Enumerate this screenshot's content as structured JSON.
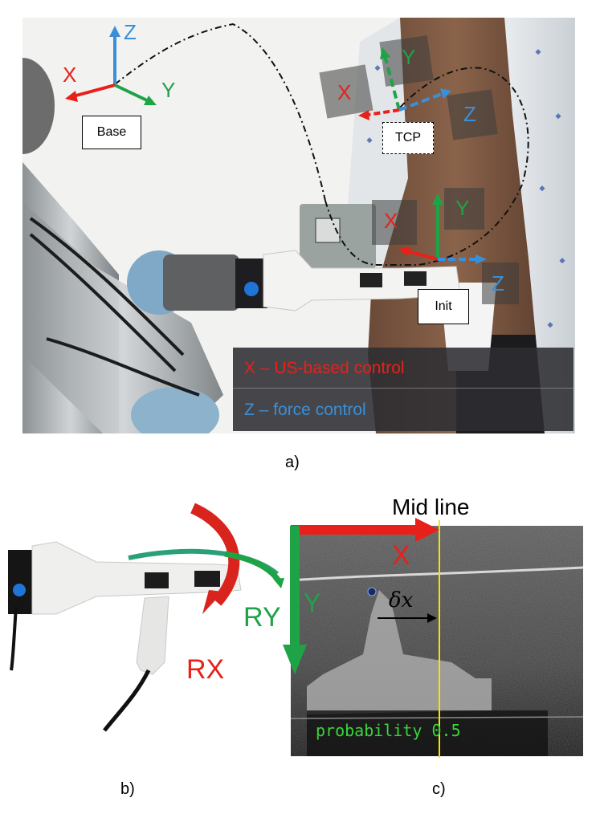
{
  "panel_a": {
    "caption": "a)",
    "base_frame": {
      "x": "X",
      "y": "Y",
      "z": "Z"
    },
    "base_label": "Base",
    "tcp_frame": {
      "x": "X",
      "y": "Y",
      "z": "Z"
    },
    "tcp_label": "TCP",
    "init_frame": {
      "x": "X",
      "y": "Y",
      "z": "Z"
    },
    "init_label": "Init",
    "legend": {
      "x_line": "X – US-based control",
      "z_line": "Z – force control"
    }
  },
  "panel_b": {
    "caption": "b)",
    "rx": "RX",
    "ry": "RY"
  },
  "panel_c": {
    "caption": "c)",
    "midline": "Mid line",
    "x": "X",
    "y": "Y",
    "dx": "δx",
    "probability": "probability 0.5"
  },
  "colors": {
    "x_axis": "#e8201a",
    "y_axis": "#1fa347",
    "z_axis": "#3a8fd8",
    "midline": "#f5e400",
    "probability_text": "#3bd43b"
  }
}
